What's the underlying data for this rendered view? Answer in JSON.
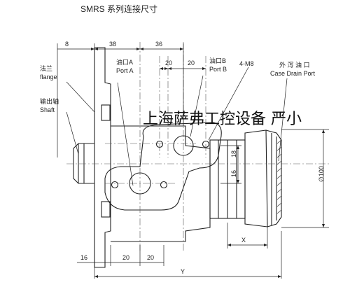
{
  "title": "SMRS 系列连接尺寸",
  "labels": {
    "flange_cn": "法兰",
    "flange_en": "flange",
    "shaft_cn": "输出轴",
    "shaft_en": "Shaft",
    "porta_cn": "油口A",
    "porta_en": "Port A",
    "portb_cn": "油口B",
    "portb_en": "Port B",
    "bolts": "4-M8",
    "drain_cn": "外 泻 油 口",
    "drain_en": "Case Drain Port"
  },
  "dimensions": {
    "d8": "8",
    "d38": "38",
    "d36": "36",
    "d20a": "20",
    "d20b": "20",
    "d18": "18",
    "d16r": "16",
    "d100": "∅100",
    "dx": "X",
    "d16b": "16",
    "d20c": "20",
    "d20d": "20",
    "dy": "Y"
  },
  "watermark": "上海萨弗工控设备 严小"
}
